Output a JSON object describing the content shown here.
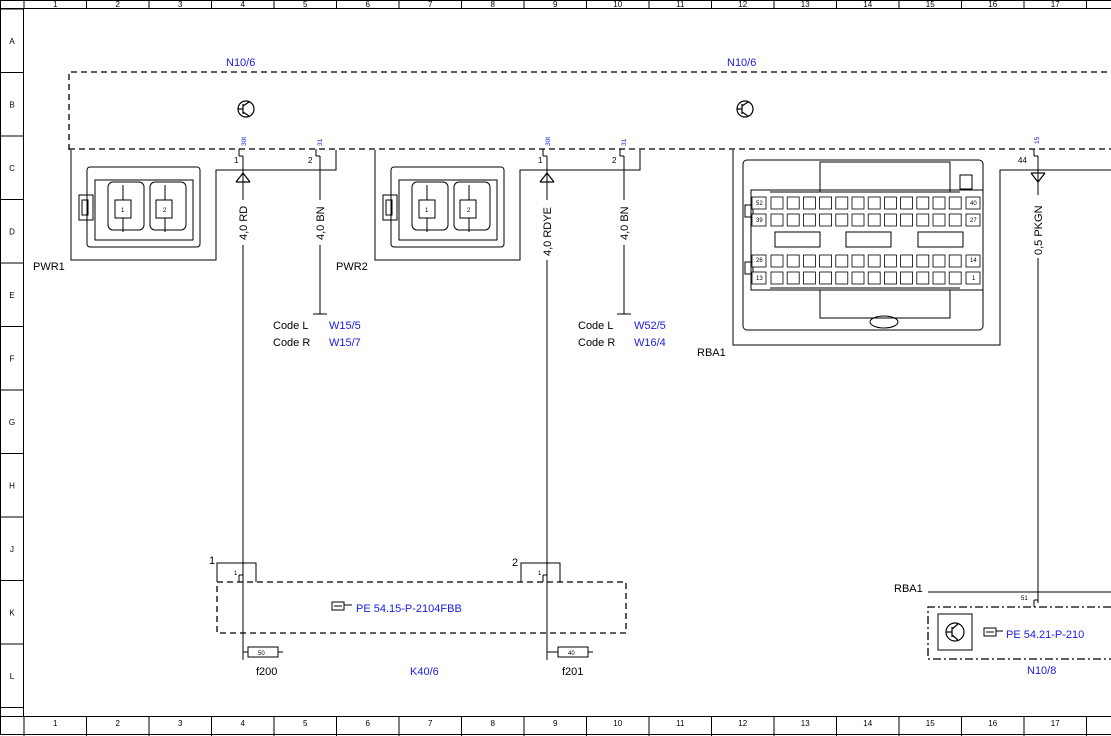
{
  "grid": {
    "columns": [
      "1",
      "2",
      "3",
      "4",
      "5",
      "6",
      "7",
      "8",
      "9",
      "10",
      "11",
      "12",
      "13",
      "14",
      "15",
      "16",
      "17"
    ],
    "rows": [
      "A",
      "B",
      "C",
      "D",
      "E",
      "F",
      "G",
      "H",
      "J",
      "K",
      "L"
    ]
  },
  "modules": {
    "n10_left": "N10/6",
    "n10_right": "N10/6",
    "n10_bottom": "N10/8",
    "k40": "K40/6"
  },
  "connectors": {
    "pwr1": "PWR1",
    "pwr2": "PWR2",
    "rba1_top": "RBA1",
    "rba1_bottom": "RBA1"
  },
  "pins": {
    "pwr1_p1": "1",
    "pwr1_p2": "2",
    "pwr2_p1": "1",
    "pwr2_p2": "2",
    "pwr1_t1": "30t",
    "pwr1_t2": "31",
    "pwr2_t1": "30t",
    "pwr2_t2": "31",
    "rba_t": "15",
    "rba_pin": "44",
    "k40_p1": "1",
    "k40_p2": "2",
    "k40_in1": "1",
    "k40_in2": "1",
    "rba_b": "51",
    "fuse1": "50",
    "fuse2": "40",
    "mini1": "1",
    "mini2": "2",
    "mini3": "1",
    "mini4": "2"
  },
  "rba_grid": {
    "n52": "52",
    "n39": "39",
    "n40": "40",
    "n27": "27",
    "n26": "26",
    "n13": "13",
    "n14": "14",
    "n1": "1"
  },
  "wires": {
    "w1": "4,0 RD",
    "w2": "4,0 BN",
    "w3": "4,0 RDYE",
    "w4": "4,0 BN",
    "w5": "0,5 PKGN"
  },
  "grounds": {
    "g1_l": "Code L",
    "g1_l_ref": "W15/5",
    "g1_r": "Code R",
    "g1_r_ref": "W15/7",
    "g2_l": "Code L",
    "g2_l_ref": "W52/5",
    "g2_r": "Code R",
    "g2_r_ref": "W16/4"
  },
  "fuses": {
    "f1": "f200",
    "f2": "f201"
  },
  "refs": {
    "r1": "PE 54.15-P-2104FBB",
    "r2": "PE 54.21-P-210"
  },
  "colors": {
    "accent_blue": "#1a1ae6",
    "line": "#000000"
  }
}
